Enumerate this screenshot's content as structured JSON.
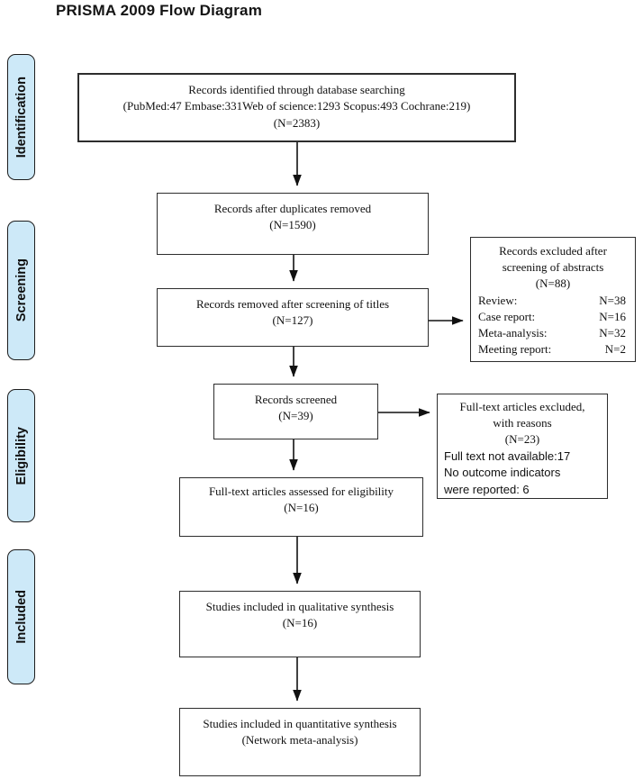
{
  "title": "PRISMA 2009 Flow Diagram",
  "colors": {
    "stage_fill": "#cde9f8",
    "box_border": "#2d2d2d",
    "arrow": "#111111"
  },
  "stages": [
    {
      "label": "Identification"
    },
    {
      "label": "Screening"
    },
    {
      "label": "Eligibility"
    },
    {
      "label": "Included"
    }
  ],
  "boxes": {
    "identified": {
      "line1": "Records identified through database searching",
      "line2": "(PubMed:47 Embase:331Web of science:1293 Scopus:493 Cochrane:219)",
      "line3": "(N=2383)"
    },
    "duplicates_removed": {
      "line1": "Records after duplicates removed",
      "line2": "(N=1590)"
    },
    "titles_screened": {
      "line1": "Records removed after screening of titles",
      "line2": "(N=127)"
    },
    "records_screened": {
      "line1": "Records screened",
      "line2": "(N=39)"
    },
    "fulltext_assessed": {
      "line1": "Full-text articles assessed for eligibility",
      "line2": "(N=16)"
    },
    "qualitative": {
      "line1": "Studies included in qualitative synthesis",
      "line2": "(N=16)"
    },
    "quantitative": {
      "line1": "Studies included in quantitative synthesis",
      "line2": "(Network meta-analysis)"
    }
  },
  "side_boxes": {
    "abstract_excluded": {
      "title1": "Records excluded after",
      "title2": "screening of abstracts",
      "title3": "(N=88)",
      "rows": [
        {
          "label": "Review:",
          "value": "N=38"
        },
        {
          "label": "Case report:",
          "value": "N=16"
        },
        {
          "label": "Meta-analysis:",
          "value": "N=32"
        },
        {
          "label": "Meeting report:",
          "value": "N=2"
        }
      ]
    },
    "fulltext_excluded": {
      "title1": "Full-text articles excluded,",
      "title2": "with reasons",
      "title3": "(N=23)",
      "reason1": "Full text not available:17",
      "reason2": "No outcome indicators",
      "reason3": "were reported: 6"
    }
  }
}
